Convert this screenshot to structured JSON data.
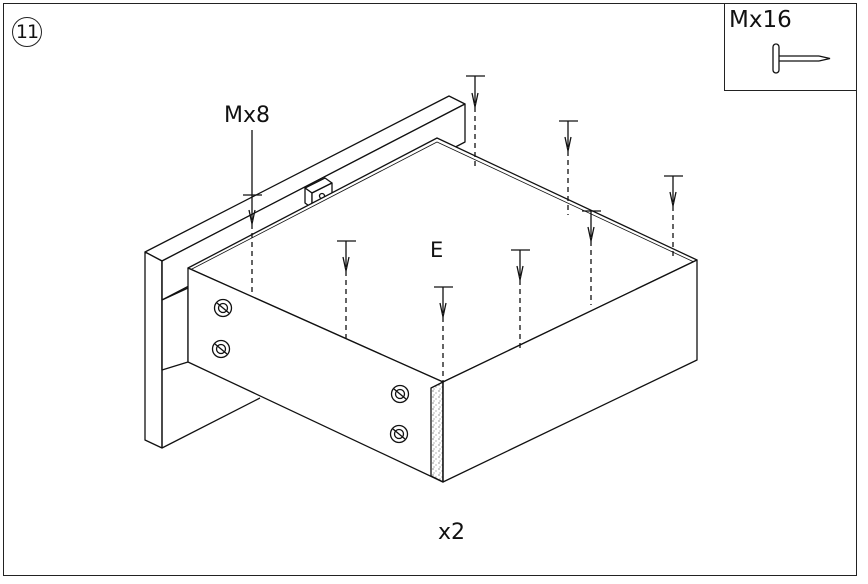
{
  "step": {
    "number": "11"
  },
  "hardware": {
    "callout_label": "Mx16",
    "screw_label": "Mx8"
  },
  "part": {
    "label": "E"
  },
  "quantity": {
    "label": "x2"
  },
  "colors": {
    "line": "#111111",
    "background": "#ffffff"
  }
}
